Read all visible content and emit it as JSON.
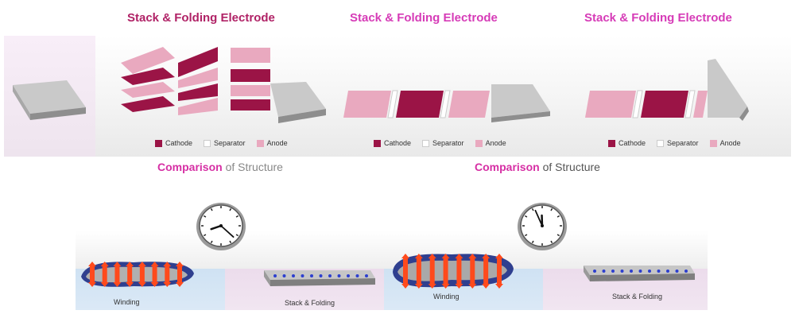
{
  "colors": {
    "cathode": "#9b1446",
    "separator": "#ffffff",
    "anode": "#e9a9bf",
    "title_dark": "#b02266",
    "title_light": "#d63bb7",
    "comp_pink": "#d62fa4"
  },
  "panels": [
    {
      "title": "Stack & Folding Electrode",
      "legend": [
        {
          "label": "Cathode",
          "color": "#9b1446"
        },
        {
          "label": "Separator",
          "color": "#ffffff"
        },
        {
          "label": "Anode",
          "color": "#e9a9bf"
        }
      ]
    },
    {
      "title": "Stack & Folding Electrode",
      "legend": [
        {
          "label": "Cathode",
          "color": "#9b1446"
        },
        {
          "label": "Separator",
          "color": "#ffffff"
        },
        {
          "label": "Anode",
          "color": "#e9a9bf"
        }
      ]
    },
    {
      "title": "Stack & Folding Electrode",
      "legend": [
        {
          "label": "Cathode",
          "color": "#9b1446"
        },
        {
          "label": "Separator",
          "color": "#ffffff"
        },
        {
          "label": "Anode",
          "color": "#e9a9bf"
        }
      ]
    }
  ],
  "comparisons": [
    {
      "bold": "Comparison",
      "rest": " of Structure",
      "left_label": "Winding",
      "right_label": "Stack & Folding",
      "clock": {
        "hour": 8,
        "minute": 22
      }
    },
    {
      "bold": "Comparison",
      "rest": " of Structure",
      "left_label": "Winding",
      "right_label": "Stack & Folding",
      "clock": {
        "hour": 11,
        "minute": 56
      }
    }
  ]
}
